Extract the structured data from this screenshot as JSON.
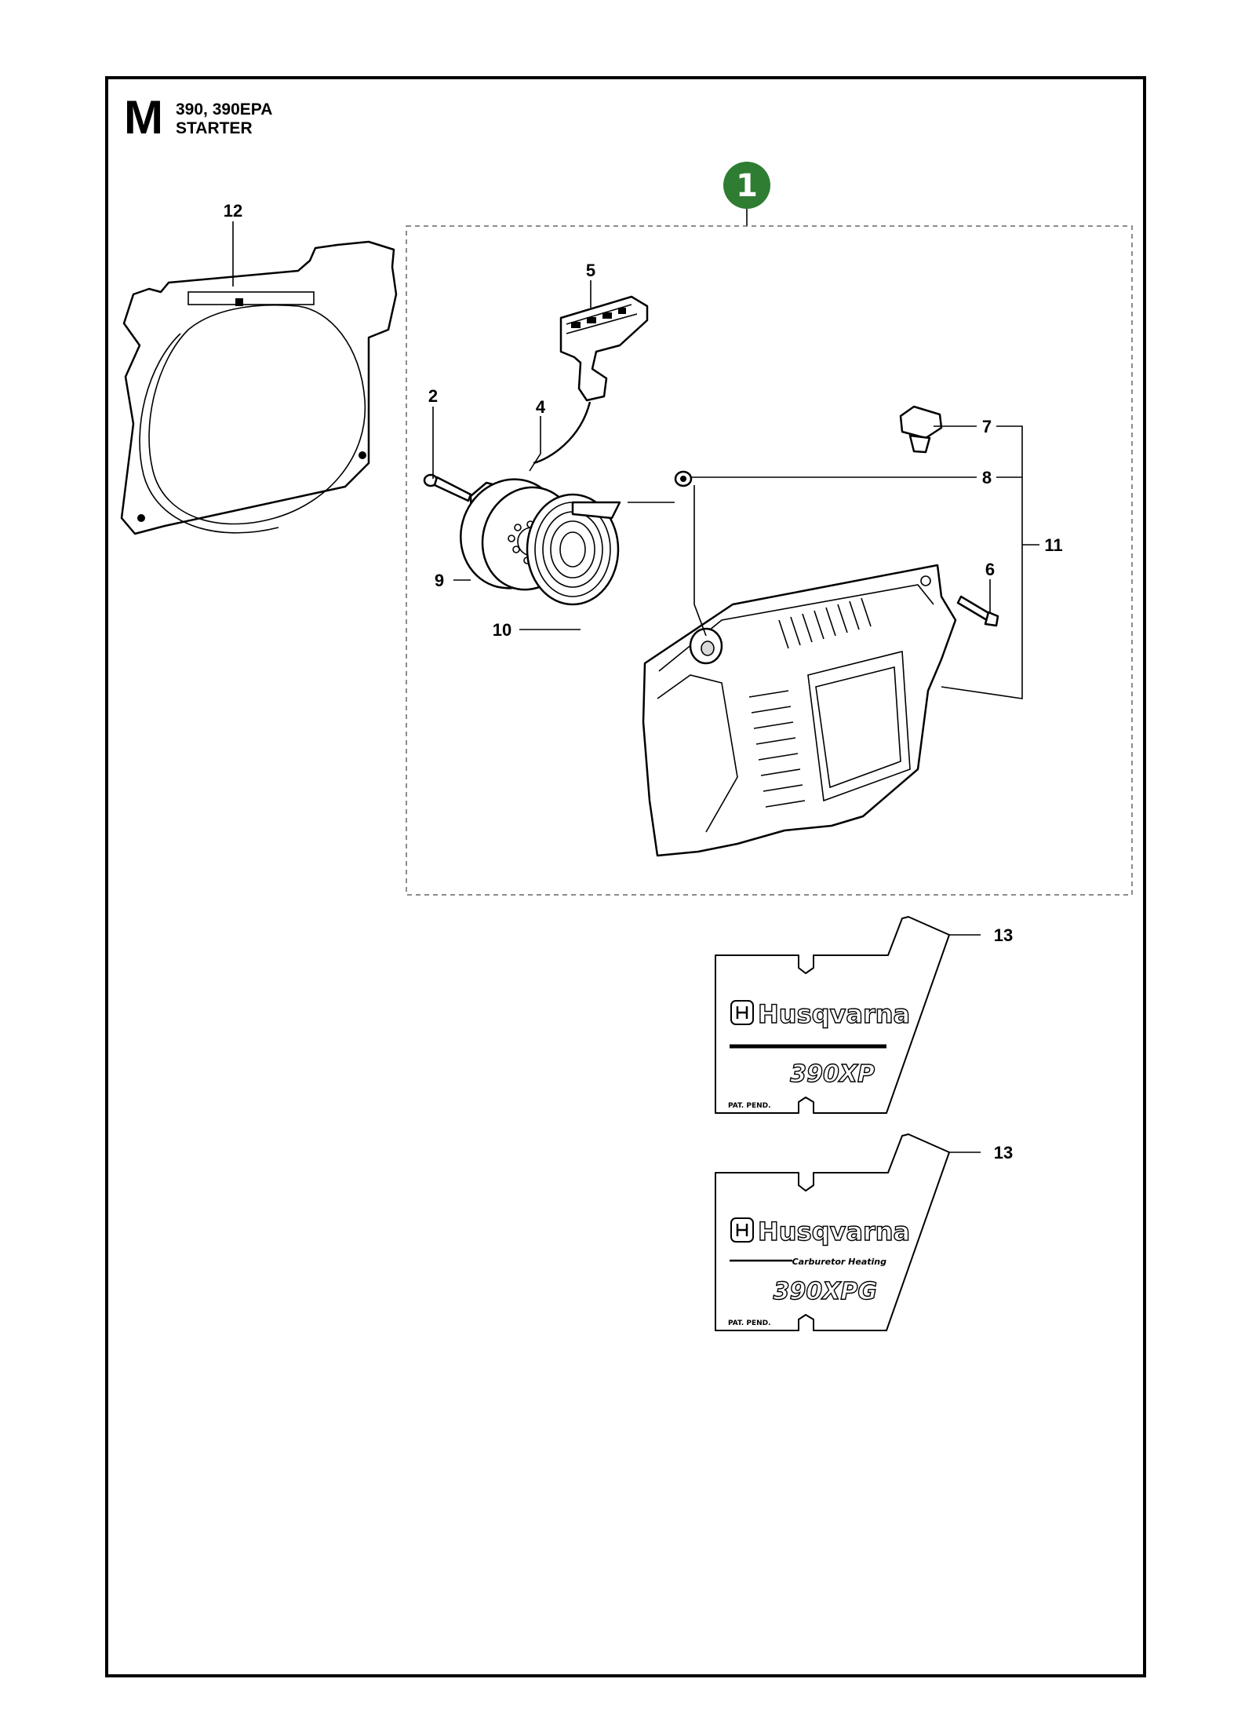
{
  "header": {
    "section_letter": "M",
    "models": "390, 390EPA",
    "title": "STARTER"
  },
  "kit_badge": {
    "number": "1",
    "color": "#2e7d32"
  },
  "callouts": [
    "12",
    "5",
    "2",
    "4",
    "7",
    "8",
    "11",
    "6",
    "9",
    "10",
    "13",
    "13"
  ],
  "decals": [
    {
      "brand": "Husqvarna",
      "subtitle": "",
      "model": "390XP",
      "note": "PAT. PEND."
    },
    {
      "brand": "Husqvarna",
      "subtitle": "Carburetor Heating",
      "model": "390XPG",
      "note": "PAT. PEND."
    }
  ],
  "colors": {
    "ink": "#000000",
    "badge": "#2e7d32"
  }
}
